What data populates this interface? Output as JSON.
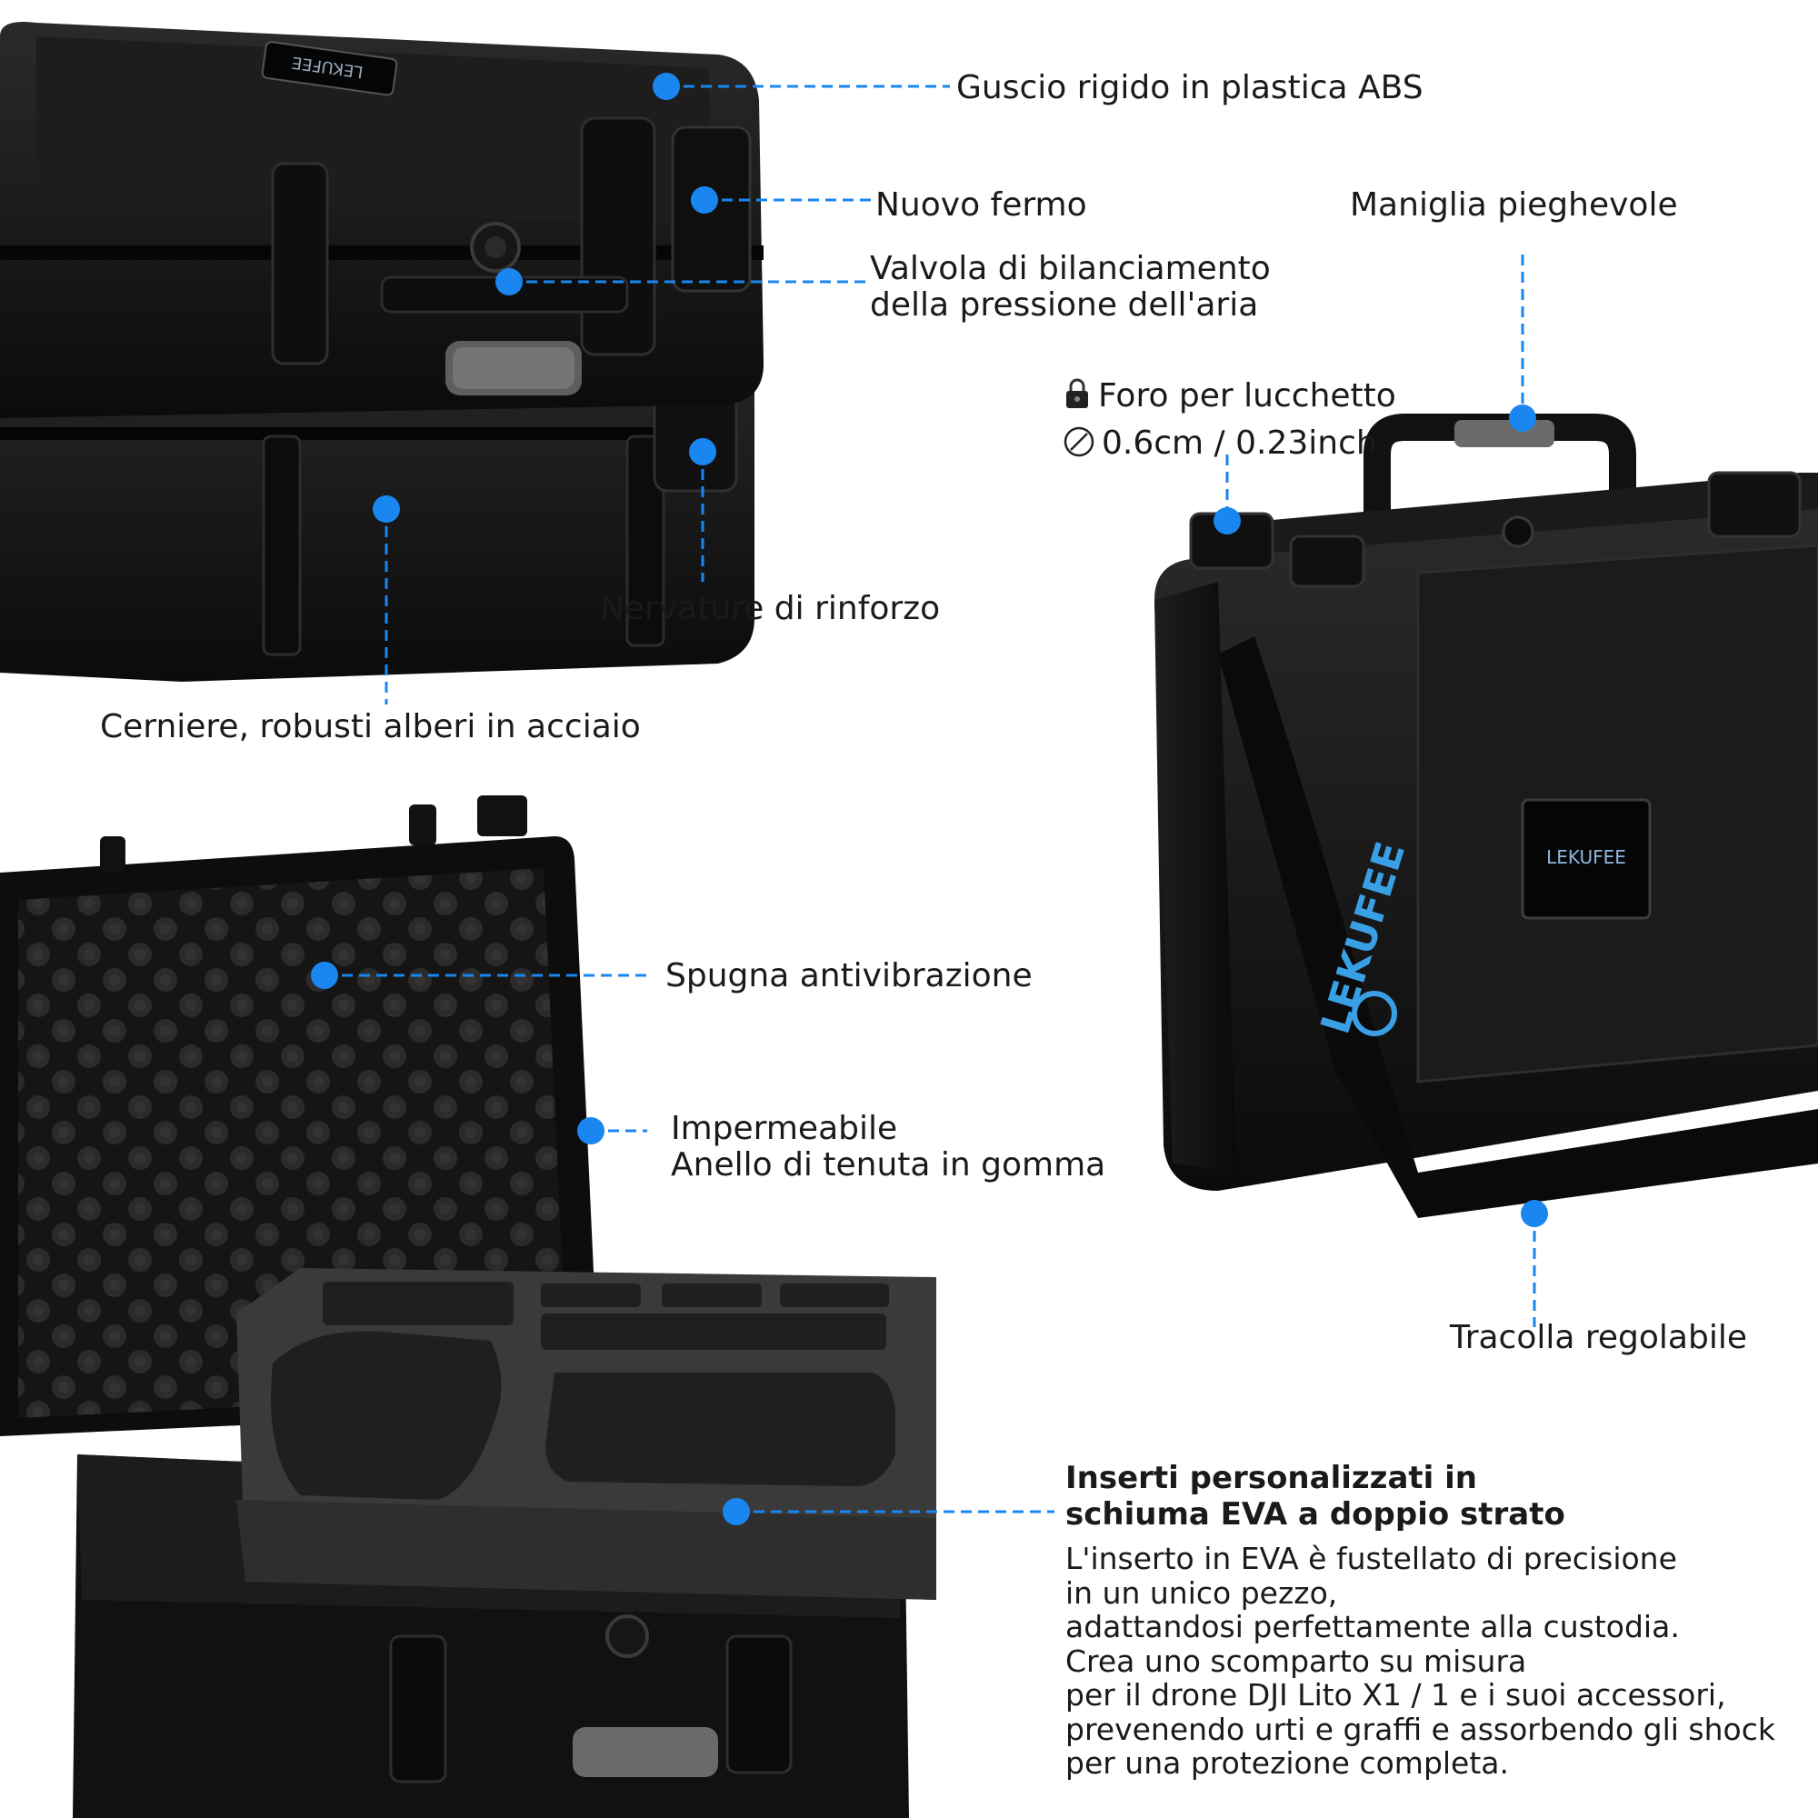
{
  "colors": {
    "accent": "#1a86f0",
    "case": "#141414",
    "foam": "#3a3a3a",
    "strap_text": "#3aa0e6"
  },
  "brand": {
    "logo_text": "LEKUFEE",
    "strap_text": "LEKUFEE"
  },
  "callouts": {
    "hard_shell": "Guscio rigido in plastica ABS",
    "latch": "Nuovo fermo",
    "valve_1": "Valvola di bilanciamento",
    "valve_2": "della pressione dell'aria",
    "folding_handle": "Maniglia pieghevole",
    "lock_hole": "Foro per lucchetto",
    "lock_size": "0.6cm / 0.23inch",
    "ribs": "Nervature di rinforzo",
    "hinges": "Cerniere, robusti alberi in acciaio",
    "sponge": "Spugna antivibrazione",
    "waterproof_1": "Impermeabile",
    "waterproof_2": "Anello di tenuta in gomma",
    "strap": "Tracolla regolabile"
  },
  "insert": {
    "title_1": "Inserti personalizzati in",
    "title_2": "schiuma EVA a doppio strato",
    "lines": [
      "L'inserto in EVA è fustellato di precisione",
      "in un unico pezzo,",
      "adattandosi perfettamente alla custodia.",
      "Crea uno scomparto su misura",
      "per il drone DJI Lito X1 / 1 e i suoi accessori,",
      "prevenendo urti e graffi e assorbendo gli shock",
      "per una protezione completa."
    ]
  }
}
